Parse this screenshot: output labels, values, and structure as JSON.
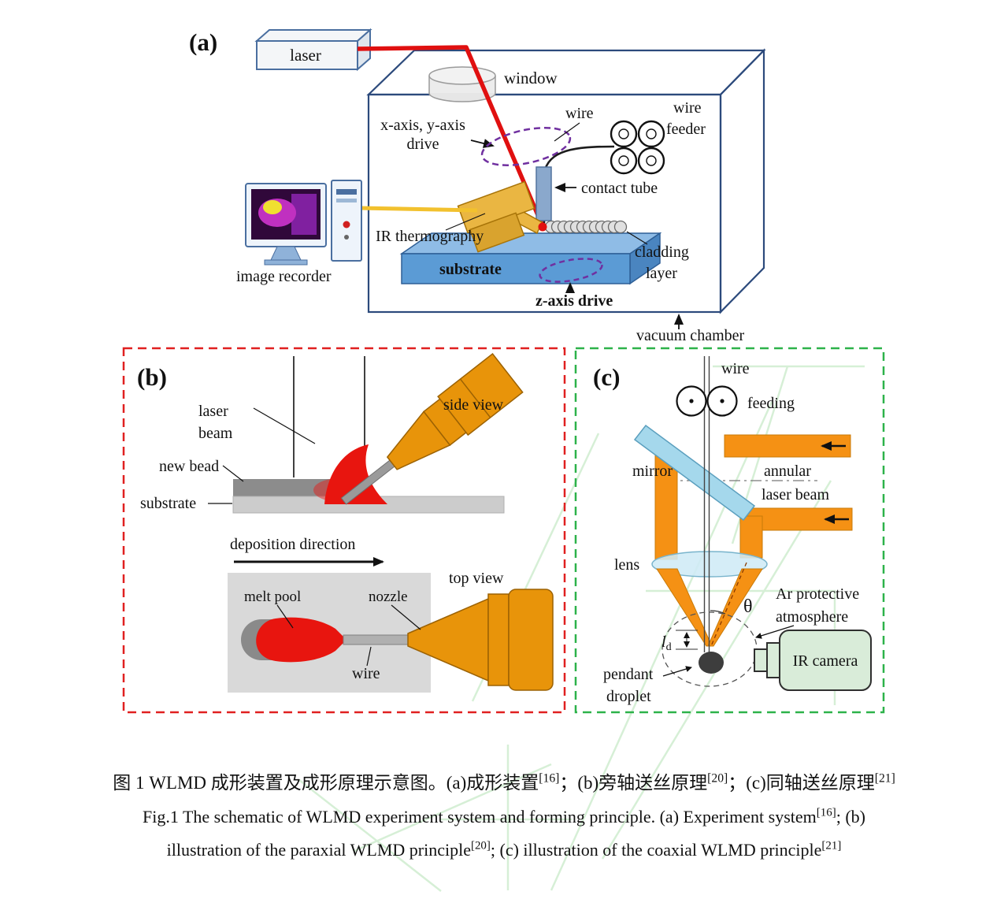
{
  "colors": {
    "laser_beam_red": "#e01010",
    "nozzle_orange": "#e8940a",
    "annular_beam_orange": "#f59114",
    "substrate_blue": "#5b9bd5",
    "chamber_outline_blue": "#2c4a7c",
    "panel_b_border_red": "#e02020",
    "panel_c_border_green": "#2db24a",
    "drive_ellipse_purple": "#7030a0",
    "mirror_lightblue": "#a5d8ec",
    "ir_camera_green": "#d9ecd9",
    "cable_yellow": "#f2c12e",
    "melt_red": "#e8150f",
    "watermark_green": "#d2eed2"
  },
  "panel_a": {
    "tag": "(a)",
    "labels": {
      "laser": "laser",
      "window": "window",
      "xy_drive_line1": "x-axis, y-axis",
      "xy_drive_line2": "drive",
      "wire": "wire",
      "wire_feeder_line1": "wire",
      "wire_feeder_line2": "feeder",
      "contact_tube": "contact tube",
      "ir_thermography": "IR thermography",
      "image_recorder": "image recorder",
      "substrate": "substrate",
      "cladding_line1": "cladding",
      "cladding_line2": "layer",
      "z_drive": "z-axis drive",
      "vacuum_chamber": "vacuum chamber"
    }
  },
  "panel_b": {
    "tag": "(b)",
    "labels": {
      "laser_beam_line1": "laser",
      "laser_beam_line2": "beam",
      "side_view": "side view",
      "new_bead": "new bead",
      "substrate": "substrate",
      "deposition_direction": "deposition direction",
      "melt_pool": "melt pool",
      "nozzle": "nozzle",
      "top_view": "top view",
      "wire": "wire"
    }
  },
  "panel_c": {
    "tag": "(c)",
    "labels": {
      "wire": "wire",
      "feeding": "feeding",
      "mirror": "mirror",
      "annular_line1": "annular",
      "annular_line2": "laser beam",
      "lens": "lens",
      "theta": "θ",
      "l_symbol": "l",
      "l_subscript": "d",
      "ar_line1": "Ar protective",
      "ar_line2": "atmosphere",
      "pendant_line1": "pendant",
      "pendant_line2": "droplet",
      "ir_camera": "IR camera"
    }
  },
  "caption": {
    "cn_part1": "图 1 WLMD 成形装置及成形原理示意图。(a)成形装置",
    "cn_sup1": "[16]",
    "cn_part2": "；(b)旁轴送丝原理",
    "cn_sup2": "[20]",
    "cn_part3": "；(c)同轴送丝原理",
    "cn_sup3": "[21]",
    "en1_part1": "Fig.1 The schematic of WLMD experiment system and forming principle. (a) Experiment system",
    "en1_sup1": "[16]",
    "en1_part2": "; (b)",
    "en2_part1": "illustration of the paraxial WLMD principle",
    "en2_sup1": "[20]",
    "en2_part2": "; (c) illustration of the coaxial WLMD principle",
    "en2_sup2": "[21]"
  }
}
